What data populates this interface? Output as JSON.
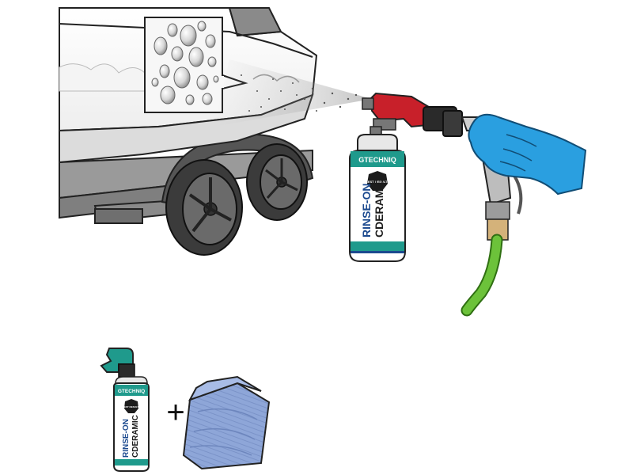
{
  "large_bottle": {
    "brand": "GTECHNIQ",
    "badge": "BEST RESULTS",
    "product_line1": "RINSE-ON",
    "product_line2": "CDERAMIC"
  },
  "small_bottle": {
    "brand": "GTECHNIQ",
    "badge": "BEST RESULTS",
    "product_line1": "RINSE-ON",
    "product_line2": "CDERAMIC"
  },
  "plus_symbol": "+",
  "colors": {
    "accent_teal": "#1f9a8c",
    "label_blue": "#1c4a8f",
    "trigger_red": "#c8202a",
    "glove_blue": "#2a9fe0",
    "hose_green": "#6cc23a",
    "cloth_blue": "#8ea6d8"
  },
  "icons": [
    "boat-hull",
    "water-beading-inset",
    "trailer-wheel",
    "spray-mist",
    "hose-end-sprayer",
    "glove-hand",
    "garden-hose",
    "spray-bottle",
    "microfibre-cloth"
  ]
}
